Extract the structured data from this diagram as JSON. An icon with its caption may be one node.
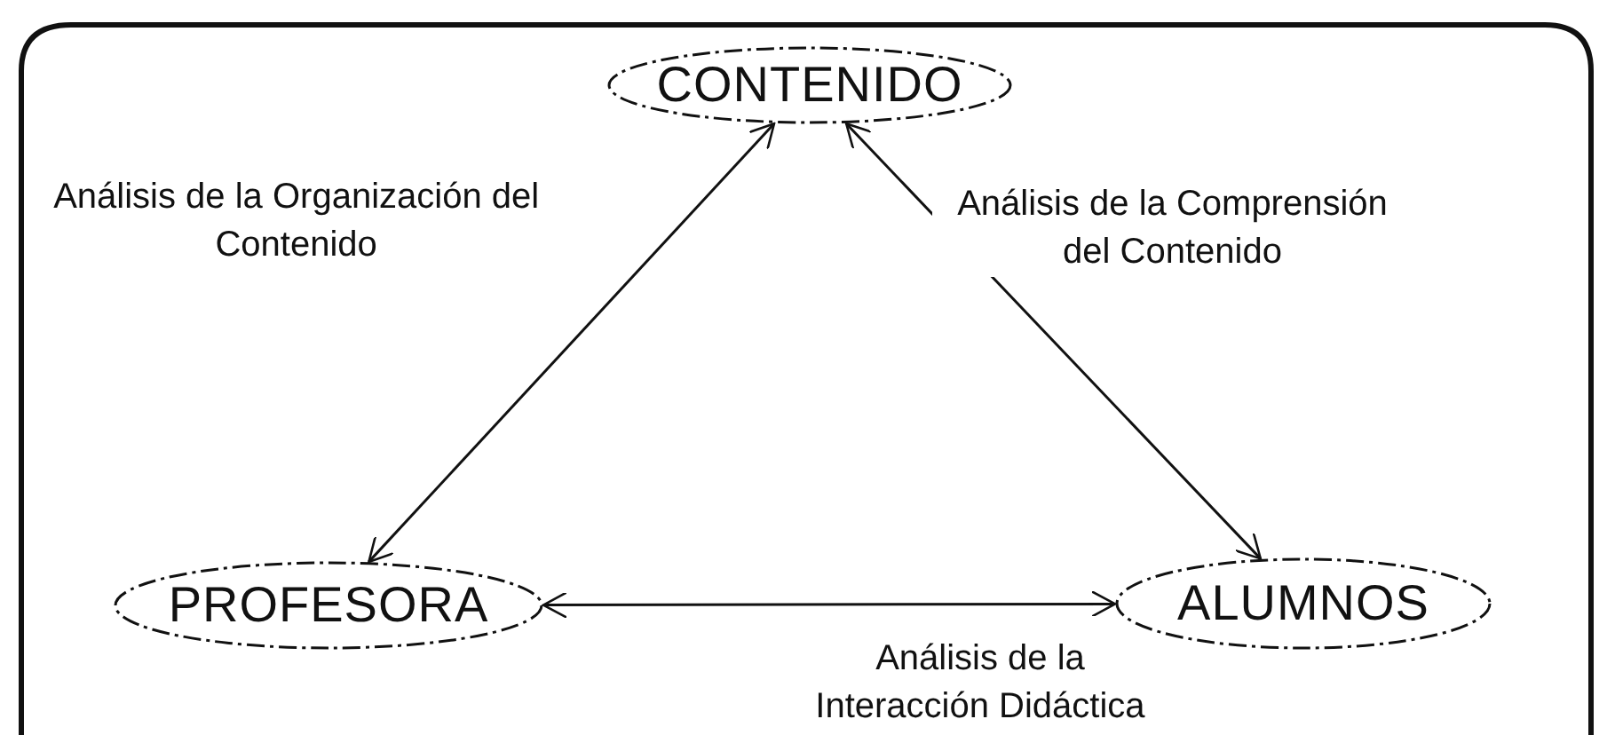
{
  "diagram": {
    "nodes": [
      {
        "text": [
          "CONTENIDO"
        ]
      },
      {
        "text": [
          "PROFESORA"
        ]
      },
      {
        "text": [
          "ALUMNOS"
        ]
      }
    ],
    "edges": [
      {
        "from": 0,
        "to": 1,
        "arrow": "both",
        "label": "Análisis de la Organización del Contenido"
      },
      {
        "from": 0,
        "to": 2,
        "arrow": "both",
        "label": "Análisis de la Comprensión del Contenido"
      },
      {
        "from": 1,
        "to": 2,
        "arrow": "both",
        "label": "Análisis de la Interacción Didáctica"
      }
    ]
  }
}
